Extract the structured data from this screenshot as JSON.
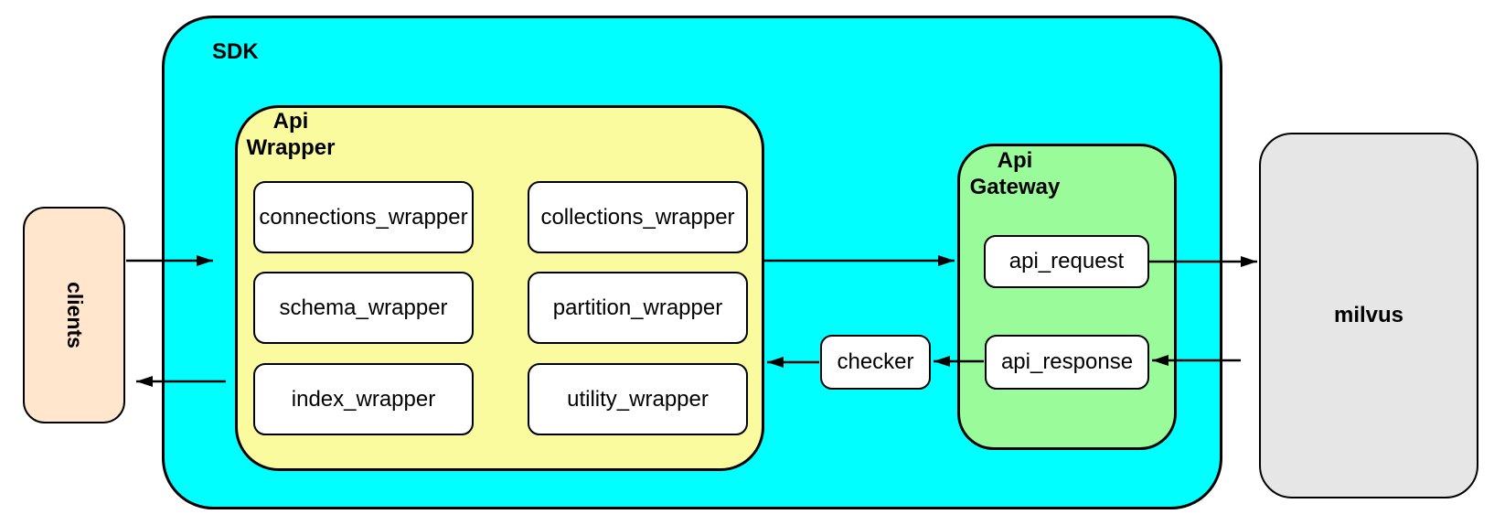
{
  "colors": {
    "canvas": "#ffffff",
    "sdk": "#00ffff",
    "wrapper": "#fafa9e",
    "gateway": "#99fb99",
    "clients": "#ffe6cc",
    "milvus": "#e6e6e6",
    "box": "#ffffff",
    "border": "#000000"
  },
  "nodes": {
    "clients": "clients",
    "sdk": "SDK",
    "api_wrapper": {
      "line1": "Api",
      "line2": "Wrapper"
    },
    "wrapper_boxes": [
      "connections_wrapper",
      "collections_wrapper",
      "schema_wrapper",
      "partition_wrapper",
      "index_wrapper",
      "utility_wrapper"
    ],
    "checker": "checker",
    "api_gateway": {
      "line1": "Api",
      "line2": "Gateway"
    },
    "gateway_boxes": [
      "api_request",
      "api_response"
    ],
    "milvus": "milvus"
  }
}
